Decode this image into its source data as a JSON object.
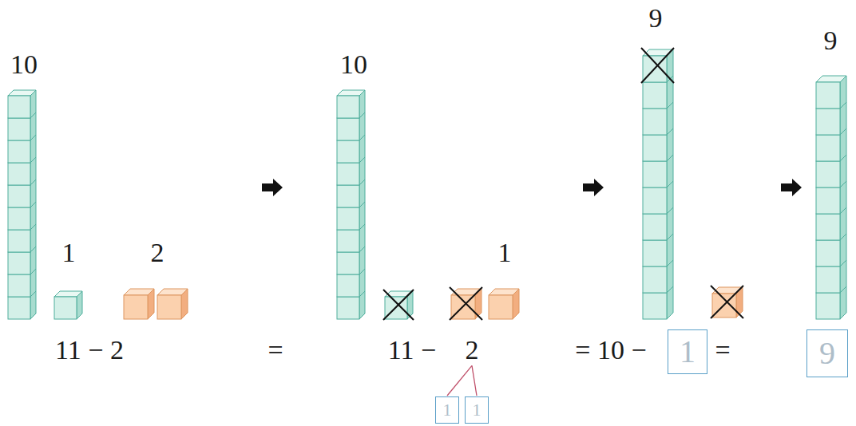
{
  "diagram": {
    "nodes": [
      {
        "text": [
          "1"
        ]
      },
      {
        "text": [
          "1"
        ]
      },
      {
        "text": [
          "1"
        ]
      },
      {
        "text": [
          "9"
        ]
      }
    ],
    "labels": [
      "10",
      "1",
      "2",
      "11 − 2",
      "=",
      "10",
      "1",
      "11 −",
      "2",
      "9",
      "9",
      "= 10 −",
      "="
    ]
  }
}
